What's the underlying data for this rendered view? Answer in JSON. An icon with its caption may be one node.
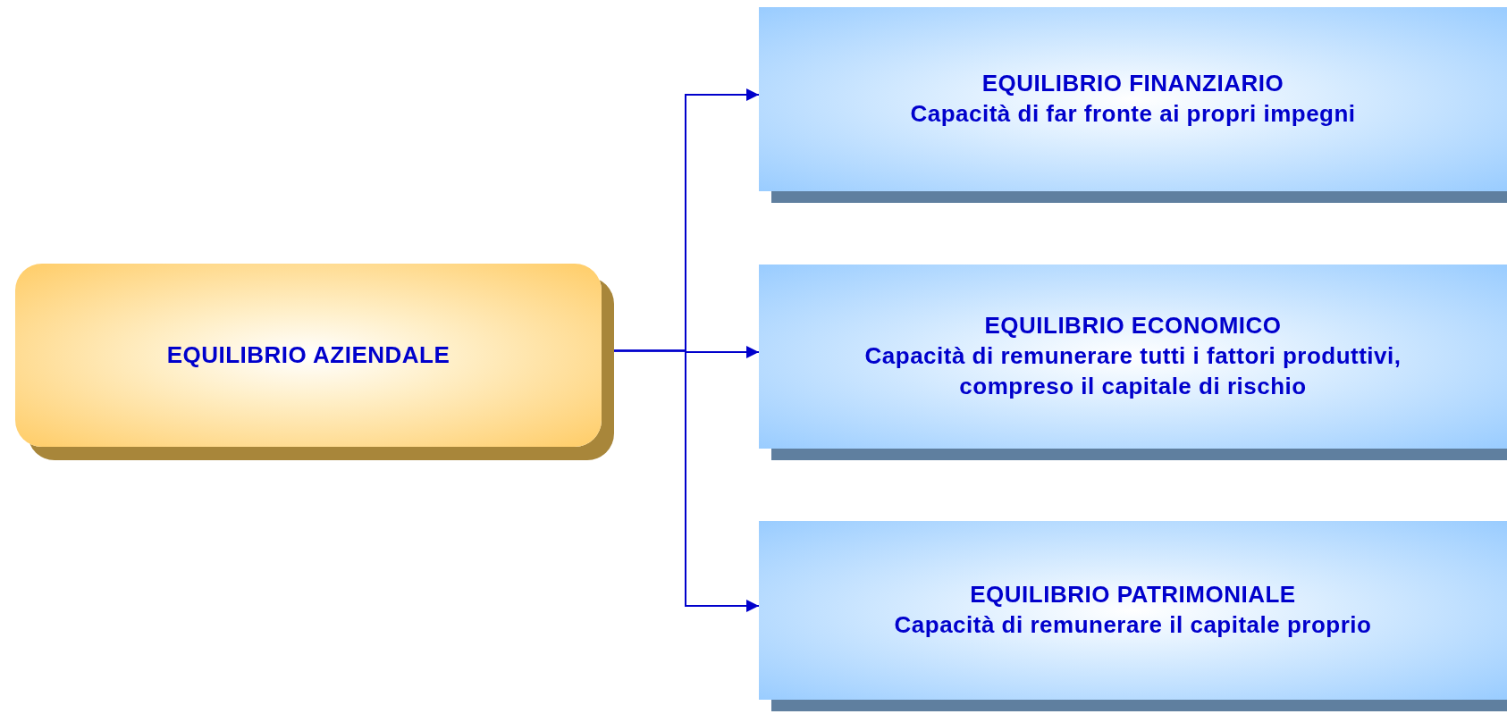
{
  "diagram": {
    "nodes": [
      {
        "text": [
          "EQUILIBRIO AZIENDALE"
        ]
      },
      {
        "text": [
          "EQUILIBRIO FINANZIARIO",
          "Capacità di far fronte ai propri impegni"
        ]
      },
      {
        "text": [
          "EQUILIBRIO ECONOMICO",
          "Capacità di remunerare tutti i fattori produttivi, compreso il capitale di rischio"
        ]
      },
      {
        "text": [
          "EQUILIBRIO PATRIMONIALE",
          "Capacità di remunerare il capitale proprio"
        ]
      }
    ],
    "edges": [
      {
        "from": 0,
        "to": 1,
        "arrow": "to"
      },
      {
        "from": 0,
        "to": 2,
        "arrow": "to"
      },
      {
        "from": 0,
        "to": 3,
        "arrow": "to"
      }
    ]
  }
}
